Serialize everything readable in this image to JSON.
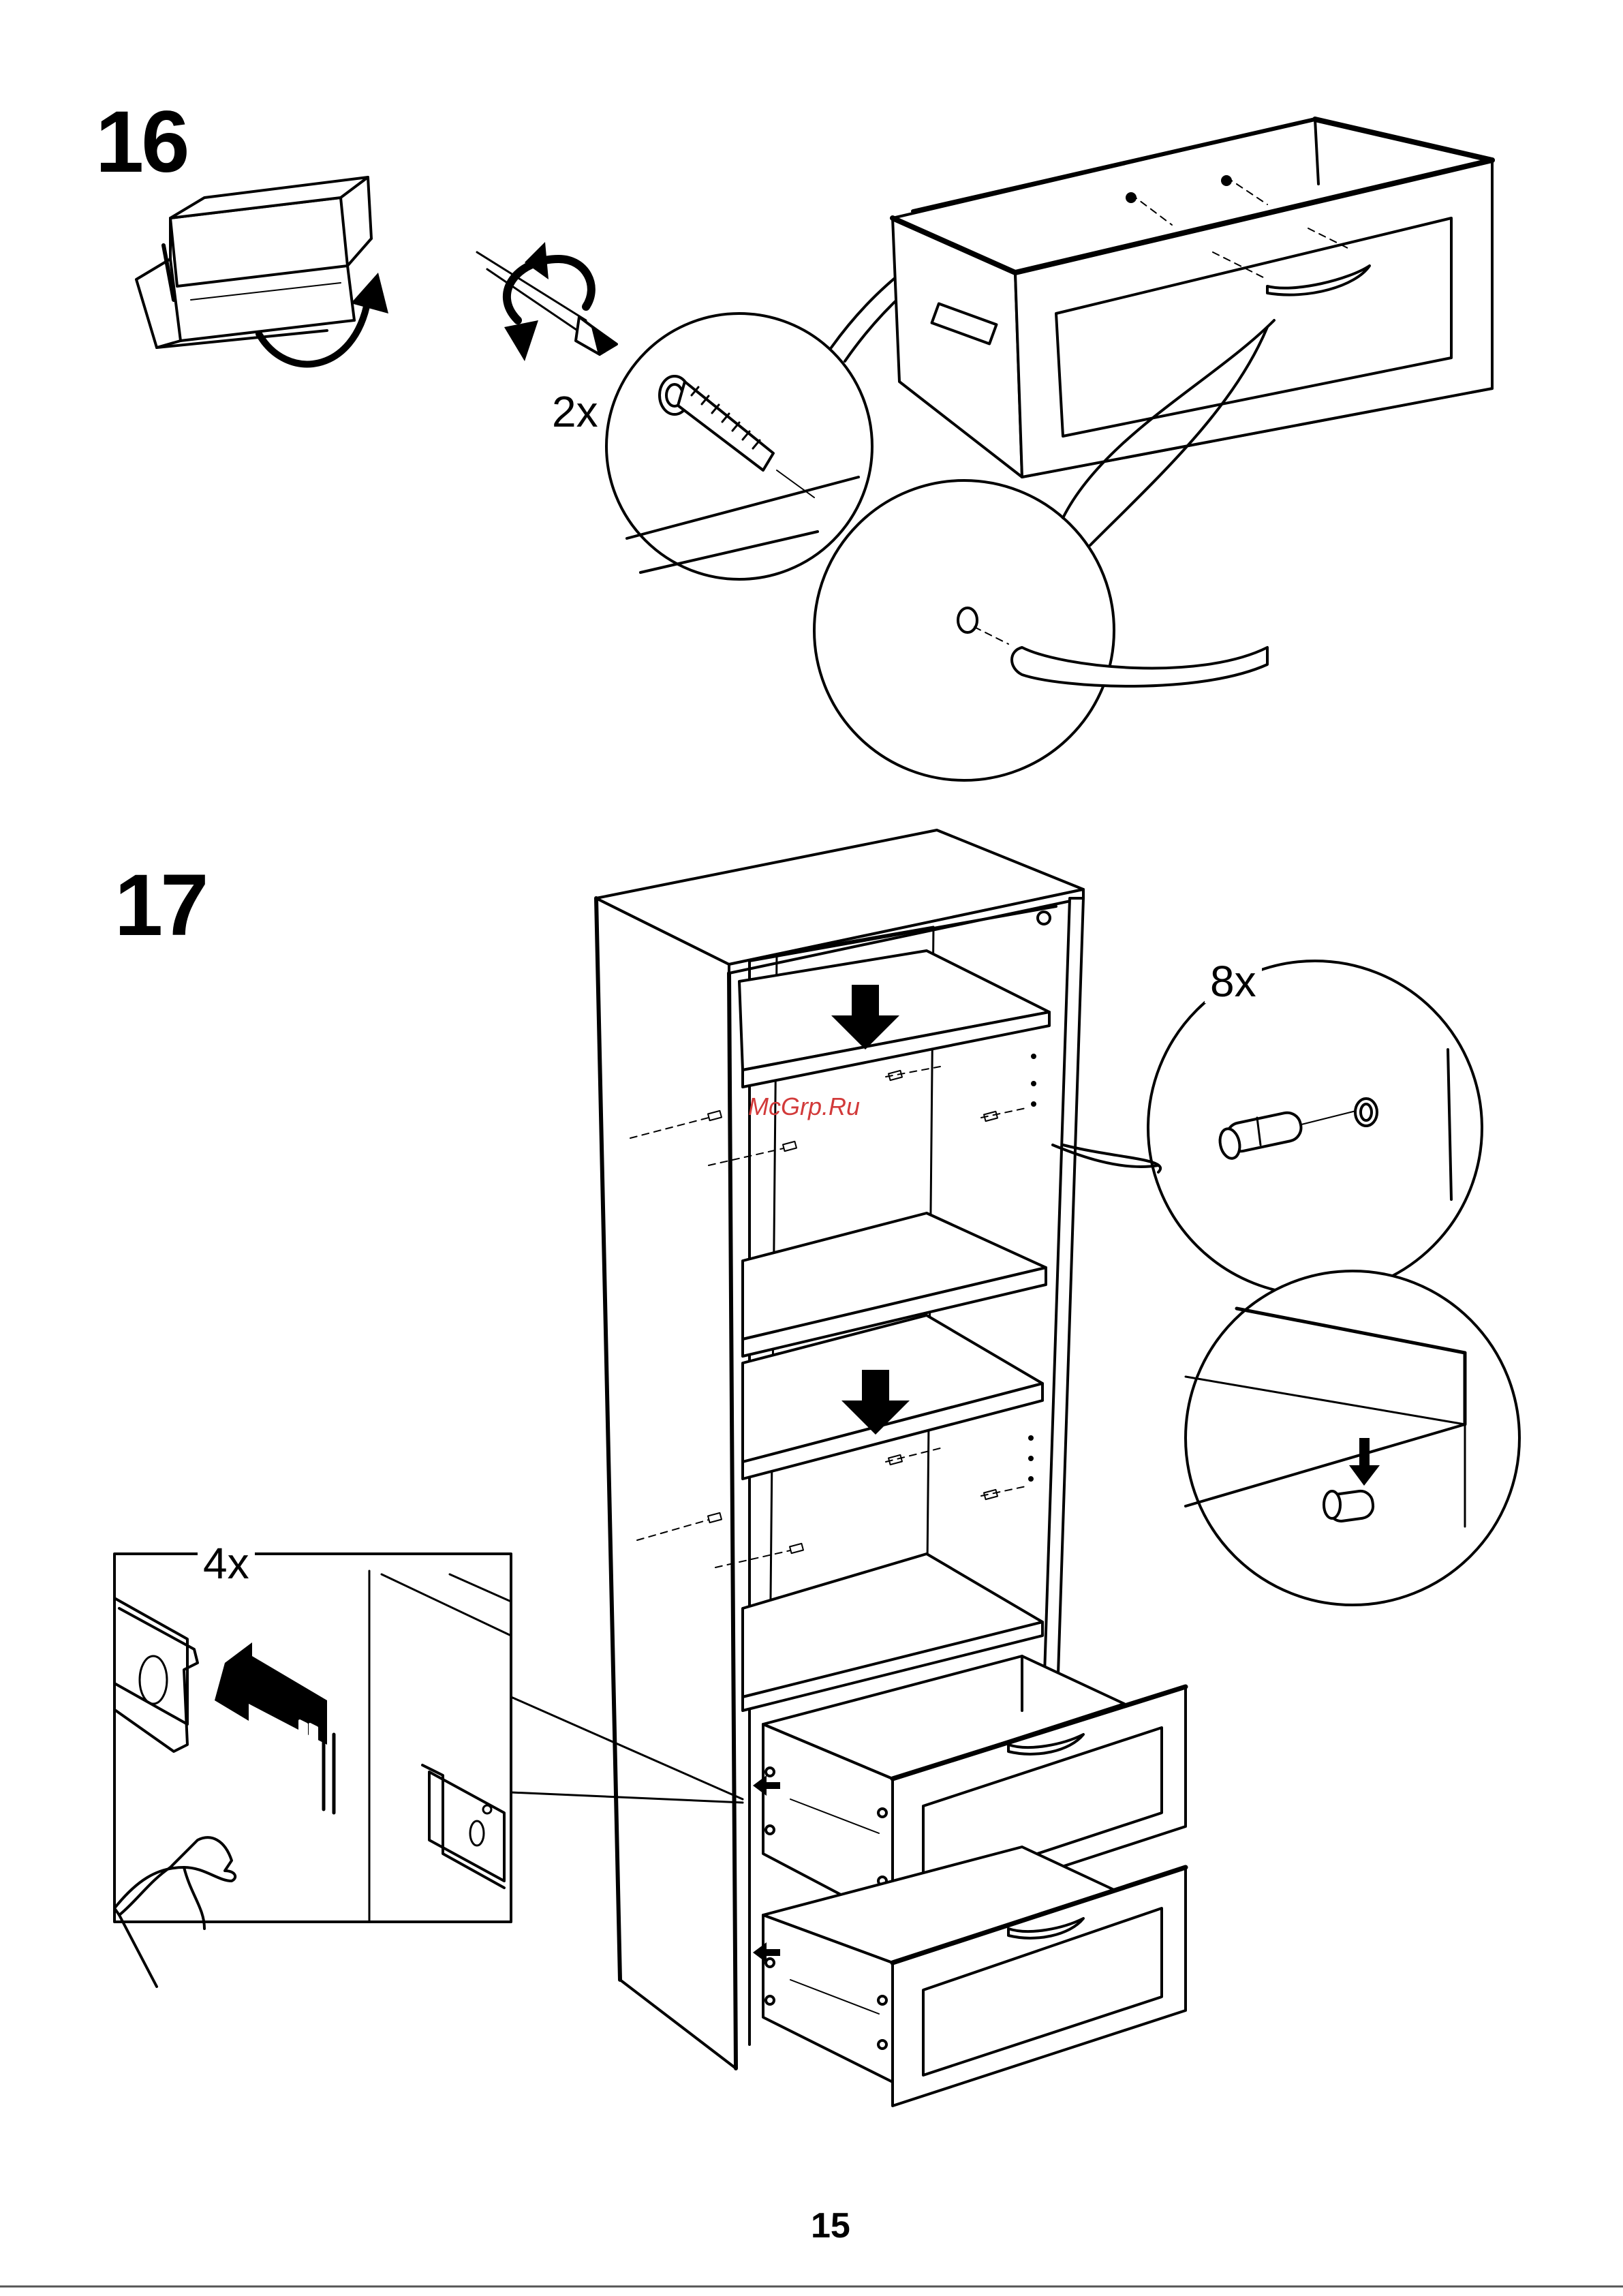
{
  "steps": [
    {
      "number": "16",
      "quantity": "2x"
    },
    {
      "number": "17",
      "quantity_dowels": "8x",
      "quantity_slides": "4x"
    }
  ],
  "watermark": "McGrp.Ru",
  "page_number": "15",
  "icons": [
    "rotate-arrow-icon",
    "screwdriver-icon",
    "screw-icon",
    "down-arrow-icon",
    "push-arrow-icon",
    "hand-icon",
    "dowel-icon"
  ]
}
